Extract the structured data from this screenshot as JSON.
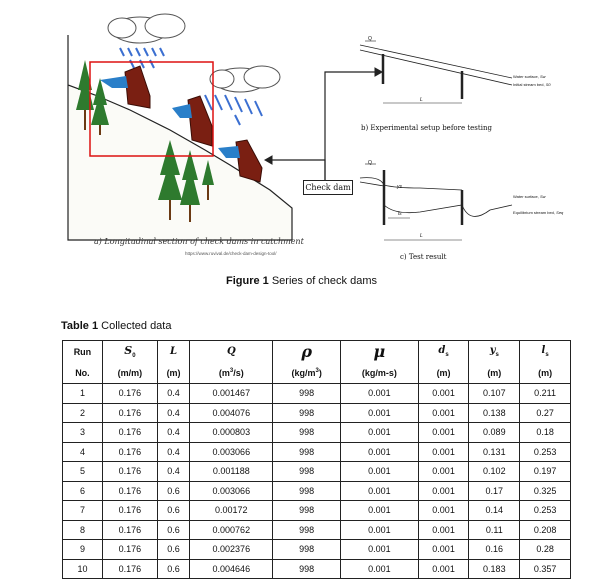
{
  "figure": {
    "panel_a_caption": "a) Longitudinal section of check dams in catchment",
    "panel_a_source": "https://www.ruvival.de/check-dam-design-tool/",
    "panel_b_caption": "b) Experimental setup before testing",
    "panel_c_caption": "c) Test result",
    "callout_label": "Check dam",
    "water_surface_label": "Water surface,",
    "water_surface_sym": "Sw",
    "initial_bed_label": "Initial stream bed,",
    "initial_bed_sym": "S0",
    "equilibrium_bed_label": "Equilibrium stream bed,",
    "equilibrium_bed_sym": "Seq",
    "flow_label": "Q",
    "length_label": "L",
    "ls_label": "ls",
    "ys_label": "ys",
    "caption_prefix": "Figure 1",
    "caption_text": " Series of check dams"
  },
  "table": {
    "caption_prefix": "Table 1",
    "caption_text": " Collected data",
    "headers": [
      {
        "name": "Run",
        "unit": "No."
      },
      {
        "name": "S0",
        "unit": "(m/m)"
      },
      {
        "name": "L",
        "unit": "(m)"
      },
      {
        "name": "Q",
        "unit": "(m3/s)"
      },
      {
        "name": "ρ",
        "unit": "(kg/m3)"
      },
      {
        "name": "μ",
        "unit": "(kg/m-s)"
      },
      {
        "name": "ds",
        "unit": "(m)"
      },
      {
        "name": "ys",
        "unit": "(m)"
      },
      {
        "name": "ls",
        "unit": "(m)"
      }
    ],
    "rows": [
      [
        "1",
        "0.176",
        "0.4",
        "0.001467",
        "998",
        "0.001",
        "0.001",
        "0.107",
        "0.211"
      ],
      [
        "2",
        "0.176",
        "0.4",
        "0.004076",
        "998",
        "0.001",
        "0.001",
        "0.138",
        "0.27"
      ],
      [
        "3",
        "0.176",
        "0.4",
        "0.000803",
        "998",
        "0.001",
        "0.001",
        "0.089",
        "0.18"
      ],
      [
        "4",
        "0.176",
        "0.4",
        "0.003066",
        "998",
        "0.001",
        "0.001",
        "0.131",
        "0.253"
      ],
      [
        "5",
        "0.176",
        "0.4",
        "0.001188",
        "998",
        "0.001",
        "0.001",
        "0.102",
        "0.197"
      ],
      [
        "6",
        "0.176",
        "0.6",
        "0.003066",
        "998",
        "0.001",
        "0.001",
        "0.17",
        "0.325"
      ],
      [
        "7",
        "0.176",
        "0.6",
        "0.00172",
        "998",
        "0.001",
        "0.001",
        "0.14",
        "0.253"
      ],
      [
        "8",
        "0.176",
        "0.6",
        "0.000762",
        "998",
        "0.001",
        "0.001",
        "0.11",
        "0.208"
      ],
      [
        "9",
        "0.176",
        "0.6",
        "0.002376",
        "998",
        "0.001",
        "0.001",
        "0.16",
        "0.28"
      ],
      [
        "10",
        "0.176",
        "0.6",
        "0.004646",
        "998",
        "0.001",
        "0.001",
        "0.183",
        "0.357"
      ]
    ]
  },
  "colors": {
    "frame_red": "#d11",
    "dam_brown": "#7a1f12",
    "water_blue": "#2a7fc9",
    "tree_green": "#2e7a2e",
    "rain_blue": "#3b6fd1"
  }
}
